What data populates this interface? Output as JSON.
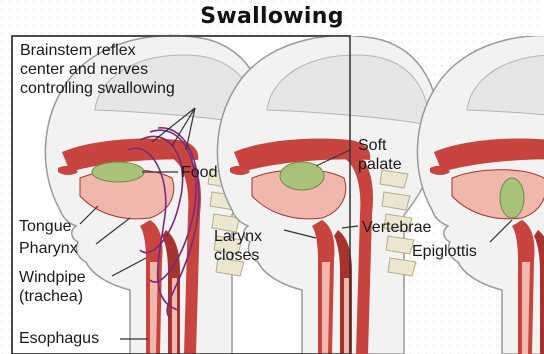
{
  "title": "Swallowing",
  "labels": {
    "brainstem": "Brainstem reflex\ncenter and nerves\ncontrolling swallowing",
    "food": "Food",
    "tongue": "Tongue",
    "pharynx": "Pharynx",
    "windpipe": "Windpipe\n(trachea)",
    "esophagus": "Esophagus",
    "larynx_closes": "Larynx\ncloses",
    "soft_palate": "Soft\npalate",
    "vertebrae": "Vertebrae",
    "epiglottis": "Epiglottis"
  },
  "colors": {
    "skin": "#f2f2f2",
    "skin_outline": "#9a9a9a",
    "brain": "#e6e6e6",
    "tissue_red": "#c8453f",
    "tissue_dark": "#a7322e",
    "tube_pink": "#f0b7ad",
    "food_green": "#a9c27a",
    "bone": "#ece5cf",
    "nerve_purple": "#7a2a7a",
    "dot_grid": "#c8c8c8",
    "frame": "#333333"
  }
}
